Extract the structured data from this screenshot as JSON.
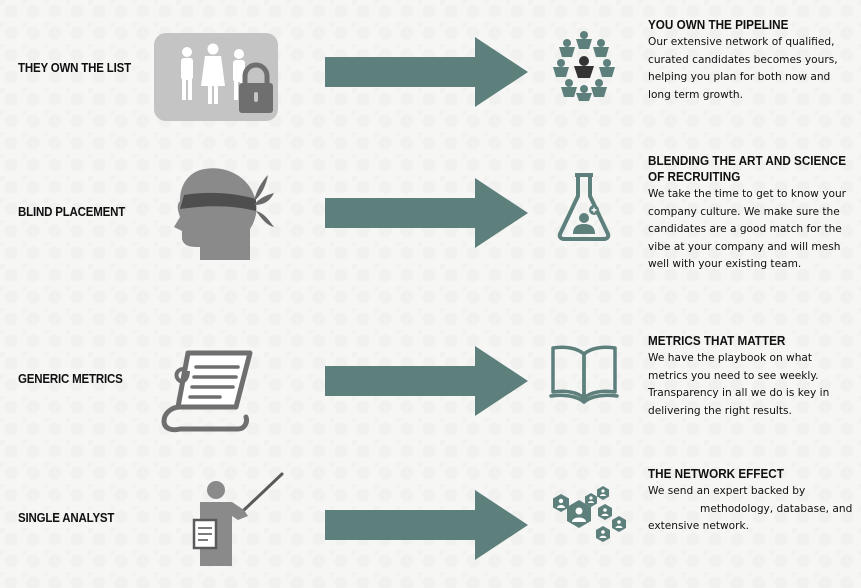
{
  "rows": [
    {
      "left_label": "THEY OWN THE LIST",
      "left_icon": "locked-people-icon",
      "right_icon": "people-network-icon",
      "title": "YOU OWN THE PIPELINE",
      "body": "Our extensive network of qualified, curated candidates becomes yours, helping you plan for both now and long term growth."
    },
    {
      "left_label": "BLIND PLACEMENT",
      "left_icon": "blindfolded-head-icon",
      "right_icon": "flask-icon",
      "title": "BLENDING THE ART AND SCIENCE OF RECRUITING",
      "body": "We take the time to get to know your company culture. We make sure the candidates are a good match for the vibe at your company and will mesh well with your existing team."
    },
    {
      "left_label": "GENERIC METRICS",
      "left_icon": "scroll-document-icon",
      "right_icon": "open-book-icon",
      "title": "METRICS THAT MATTER",
      "body": "We have the playbook on what metrics you need to see weekly. Transparency in all we do is key in delivering the right results."
    },
    {
      "left_label": "SINGLE ANALYST",
      "left_icon": "presenter-icon",
      "right_icon": "hexagon-network-icon",
      "title": "THE NETWORK EFFECT",
      "body_line1": "We send an expert backed by",
      "body_rest": "methodology, database, and extensive network."
    }
  ],
  "colors": {
    "teal": "#5d807c",
    "gray": "#8a8a8a",
    "dark_gray": "#6f6f6f",
    "panel": "#c4c4c4"
  }
}
